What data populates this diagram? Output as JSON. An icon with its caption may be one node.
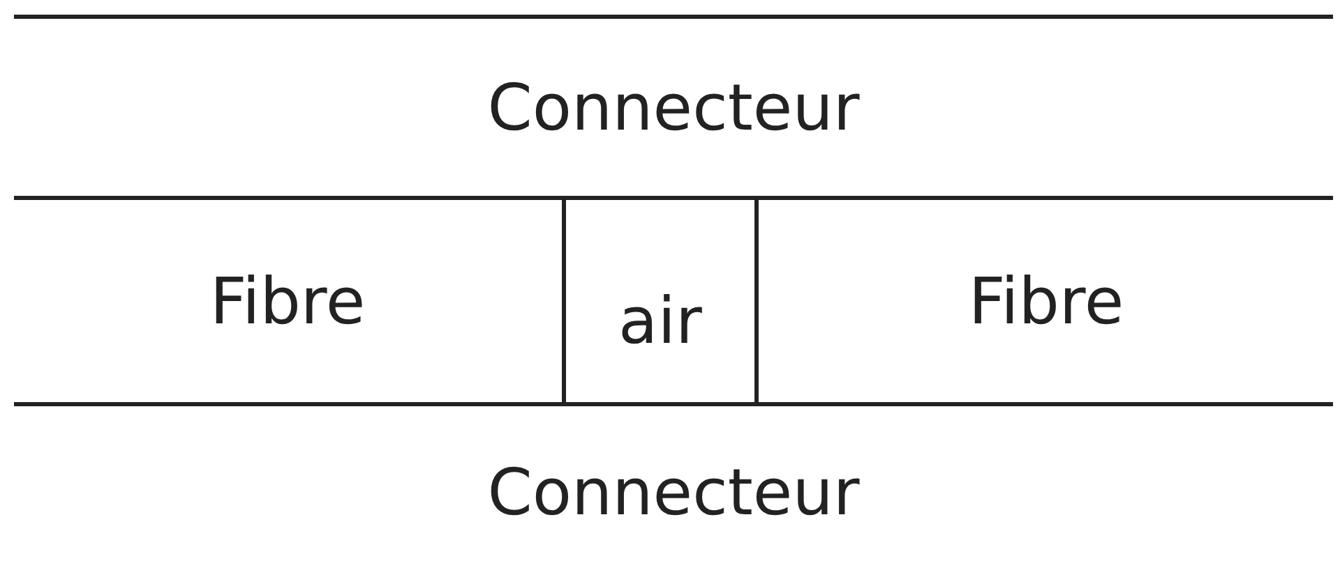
{
  "diagram": {
    "nodes": [
      {
        "text": [
          "Connecteur"
        ]
      },
      {
        "text": [
          "Fibre"
        ]
      },
      {
        "text": [
          "air"
        ]
      },
      {
        "text": [
          "Fibre"
        ]
      },
      {
        "text": [
          "Connecteur"
        ]
      }
    ]
  }
}
